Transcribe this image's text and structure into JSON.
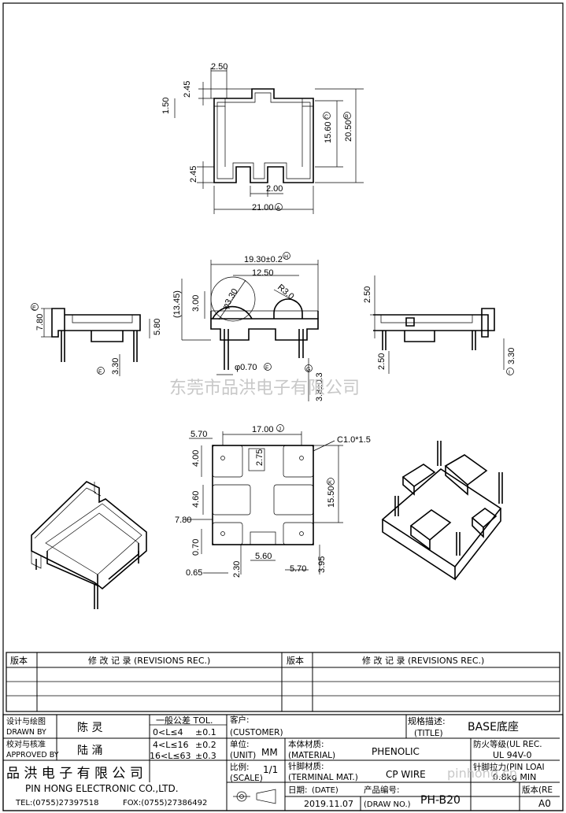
{
  "top_view": {
    "dim_a": "2.50",
    "dim_b": "2.45",
    "dim_c": "1.50",
    "dim_d": "15.60",
    "dim_e": "20.50",
    "dim_f": "2.45",
    "dim_g": "2.00",
    "dim_h": "21.00",
    "mark_c": "C",
    "mark_b": "B",
    "mark_a": "A"
  },
  "front_view": {
    "dim_top": "19.30±0.2",
    "mark_top": "H",
    "dim_inner": "12.50",
    "dim_r30": "R3.0",
    "dim_side": "(13.45)",
    "dim_3": "3.00",
    "dim_phi": "φ3.30",
    "dim_phi_pin": "φ0.70",
    "mark_pin": "F",
    "mark_g": "G",
    "dim_lead": "3.8±0.3"
  },
  "left_view": {
    "dim_780": "7.80",
    "mark_e": "E",
    "dim_580": "5.80",
    "dim_330": "3.30",
    "mark_f": "F"
  },
  "right_view": {
    "dim_250a": "2.50",
    "dim_250b": "2.50",
    "dim_330": "3.30",
    "mark_i": "I"
  },
  "bottom_view": {
    "dim_570a": "5.70",
    "dim_1700": "17.00",
    "mark_j": "J",
    "dim_c": "C1.0*1.5",
    "dim_400": "4.00",
    "dim_275": "2.75",
    "dim_460": "4.60",
    "dim_1550": "15.50",
    "mark_k": "K",
    "dim_780": "7.80",
    "dim_070": "0.70",
    "dim_560": "5.60",
    "dim_065": "0.65",
    "dim_230": "2.30",
    "dim_570b": "5.70",
    "dim_395": "3.95"
  },
  "watermark": {
    "main": "东莞市品洪电子有限公司",
    "corner": "pinhong.cn"
  },
  "revisions": {
    "left_header_ver": "版本",
    "left_header_rec": "修 改 记 录  (REVISIONS REC.)",
    "right_header_ver": "版本",
    "right_header_rec": "修 改 记 录  (REVISIONS REC.)"
  },
  "title_block": {
    "drawn_cn": "设计与绘图",
    "drawn_en": "DRAWN BY",
    "drawn_name": "陈 灵",
    "approved_cn": "校对与核准",
    "approved_en": "APPROVED BY",
    "approved_name": "陆 涌",
    "tol_title": "一般公差 TOL.",
    "tol_1_range": "0<L≤4",
    "tol_1_val": "±0.1",
    "tol_2_range": "4<L≤16",
    "tol_2_val": "±0.2",
    "tol_3_range": "16<L≤63",
    "tol_3_val": "±0.3",
    "customer_cn": "客户:",
    "customer_en": "(CUSTOMER)",
    "unit_cn": "单位:",
    "unit_en": "(UNIT)",
    "unit_val": "MM",
    "scale_cn": "比例:",
    "scale_en": "(SCALE)",
    "scale_val": "1/1",
    "material_cn": "本体材质:",
    "material_en": "(MATERIAL)",
    "material_val": "PHENOLIC",
    "terminal_cn": "针脚材质:",
    "terminal_en": "(TERMINAL MAT.)",
    "terminal_val": "CP WIRE",
    "date_cn": "日期:",
    "date_en": "(DATE)",
    "date_val": "2019.11.07",
    "drawno_cn": "产品编号:",
    "drawno_en": "(DRAW NO.)",
    "drawno_val": "PH-B20",
    "title_cn": "规格描述:",
    "title_en": "(TITLE)",
    "title_val": "BASE底座",
    "flame_cn": "防火等级(UL REC.",
    "flame_val": "UL 94V-0",
    "pull_cn": "针脚拉力(PIN LOAI",
    "pull_val": "0.8kg MIN",
    "rev_cn": "版本(RE",
    "rev_val": "A0",
    "company_cn": "品 洪 电 子 有 限 公 司",
    "company_en": "PIN HONG ELECTRONIC CO.,LTD.",
    "tel": "TEL:(0755)27397518",
    "fax": "FOX:(0755)27386492"
  }
}
